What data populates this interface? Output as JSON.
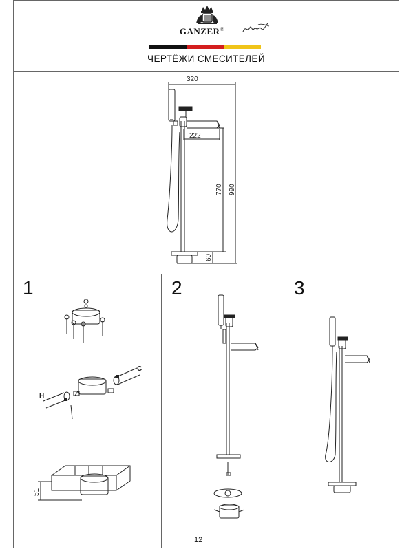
{
  "header": {
    "brand": "GANZER",
    "registered_mark": "®",
    "title": "ЧЕРТЁЖИ СМЕСИТЕЛЕЙ",
    "flag_colors": [
      "#111111",
      "#d41e1e",
      "#f0c419"
    ]
  },
  "dimensions": {
    "width": "320",
    "spout_reach": "222",
    "spout_height": "770",
    "total_height": "990",
    "base_height": "60"
  },
  "steps": [
    {
      "number": "1",
      "label_h": "H",
      "label_c": "C",
      "dim_51": "51"
    },
    {
      "number": "2"
    },
    {
      "number": "3"
    }
  ],
  "footer": {
    "page_number": "12"
  }
}
